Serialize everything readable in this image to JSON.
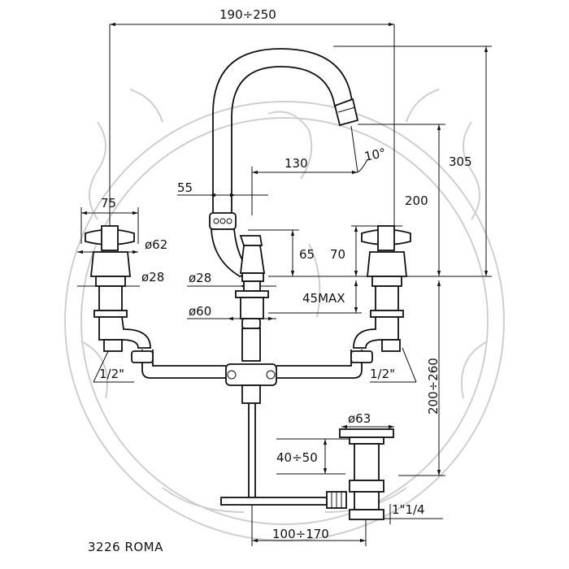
{
  "dimensions": {
    "d190_250": "190÷250",
    "d75": "75",
    "d55": "55",
    "d130": "130",
    "d10deg": "10°",
    "d305": "305",
    "d200": "200",
    "d70": "70",
    "d65": "65",
    "d62": "ø62",
    "d28_left": "ø28",
    "d28_center": "ø28",
    "d45max": "45MAX",
    "d60": "ø60",
    "d1_2_left": "1/2\"",
    "d1_2_right": "1/2\"",
    "d200_260": "200÷260",
    "d63": "ø63",
    "d40_50": "40÷50",
    "d1_1_4": "1\"1/4",
    "d100_170": "100÷170"
  },
  "title": "3226 ROMA"
}
